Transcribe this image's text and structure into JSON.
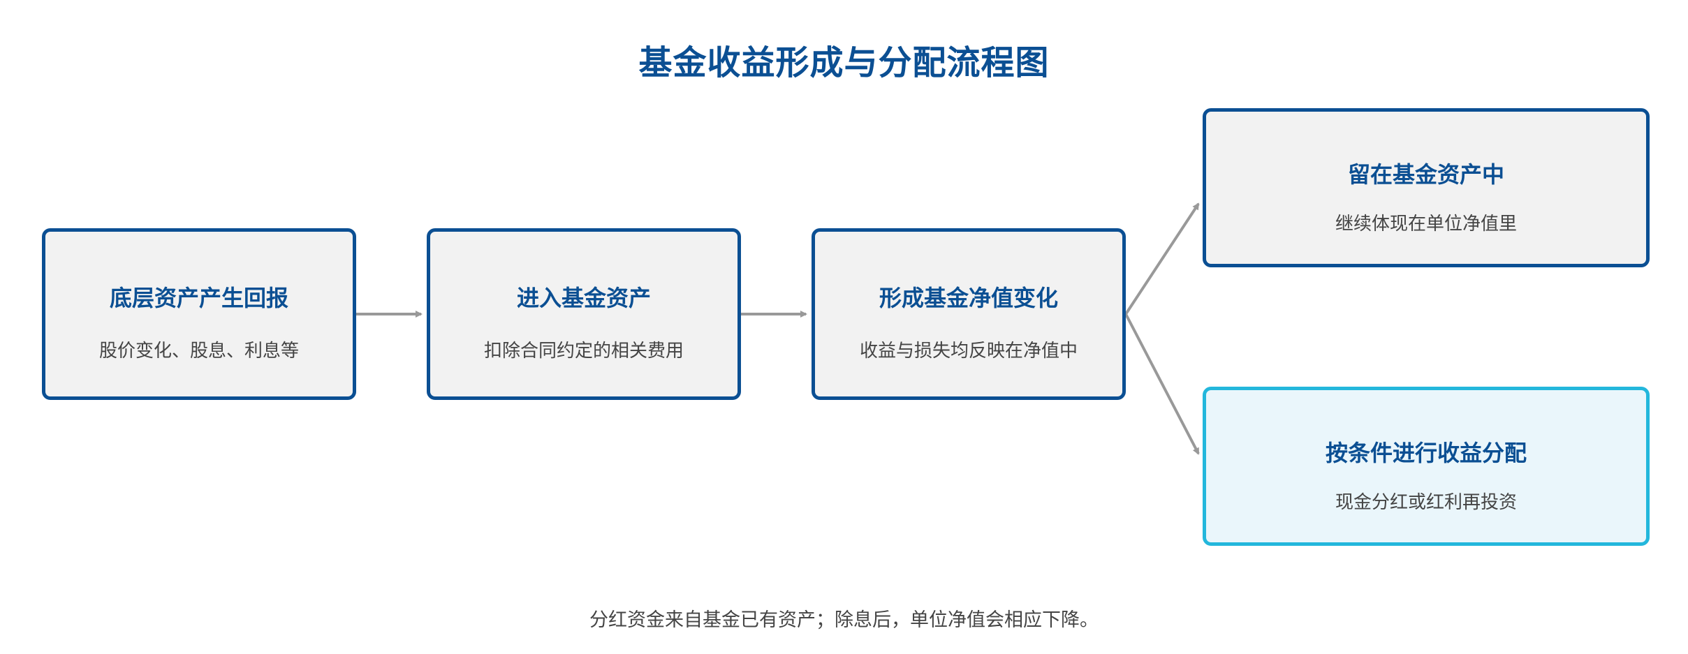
{
  "title": "基金收益形成与分配流程图",
  "nodes": [
    {
      "title": "底层资产产生回报",
      "desc": "股价变化、股息、利息等"
    },
    {
      "title": "进入基金资产",
      "desc": "扣除合同约定的相关费用"
    },
    {
      "title": "形成基金净值变化",
      "desc": "收益与损失均反映在净值中"
    },
    {
      "title": "留在基金资产中",
      "desc": "继续体现在单位净值里"
    },
    {
      "title": "按条件进行收益分配",
      "desc": "现金分红或红利再投资"
    }
  ],
  "footnote": "分红资金来自基金已有资产；除息后，单位净值会相应下降。",
  "colors": {
    "primary": "#0b4f93",
    "accent": "#23b7dc",
    "node_fill": "#f2f2f2",
    "accent_fill": "#eaf6fb",
    "arrow": "#999999",
    "text": "#444444"
  }
}
